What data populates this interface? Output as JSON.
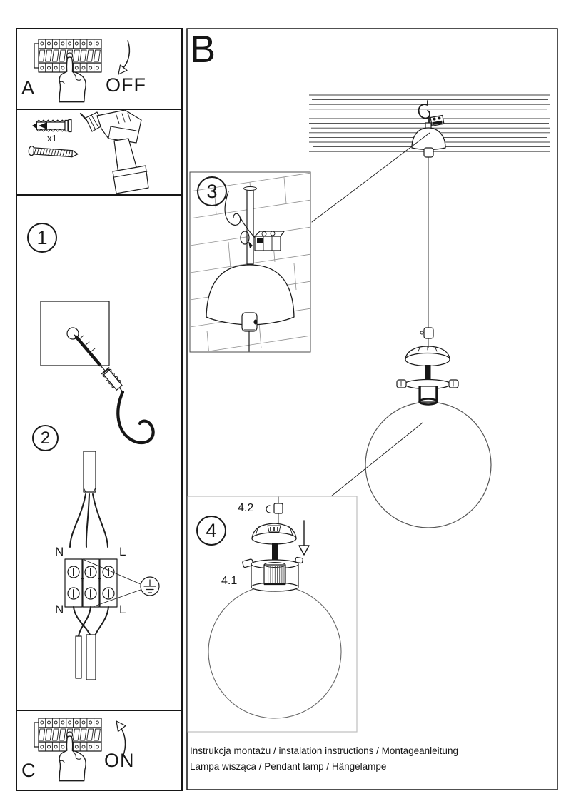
{
  "colors": {
    "ink": "#1a1a1a",
    "line_gray": "#555555",
    "detail_border": "#bbbbbb",
    "background": "#ffffff"
  },
  "left_column": {
    "power_off": {
      "label": "A",
      "action": "OFF"
    },
    "hardware": {
      "anchor_quantity": "x1"
    },
    "step_drill": {
      "number": "1"
    },
    "step_wiring": {
      "number": "2",
      "terminal_labels": {
        "n_top": "N",
        "l_top": "L",
        "n_bottom": "N",
        "l_bottom": "L"
      }
    },
    "power_on": {
      "label": "C",
      "action": "ON"
    }
  },
  "main_panel": {
    "label": "B",
    "detail_hook": {
      "number": "3"
    },
    "detail_shade": {
      "number": "4",
      "callout_upper": "4.2",
      "callout_lower": "4.1"
    },
    "footer": {
      "line1": "Instrukcja montażu / instalation instructions / Montageanleitung",
      "line2": "Lampa wisząca / Pendant lamp / Hängelampe"
    }
  }
}
